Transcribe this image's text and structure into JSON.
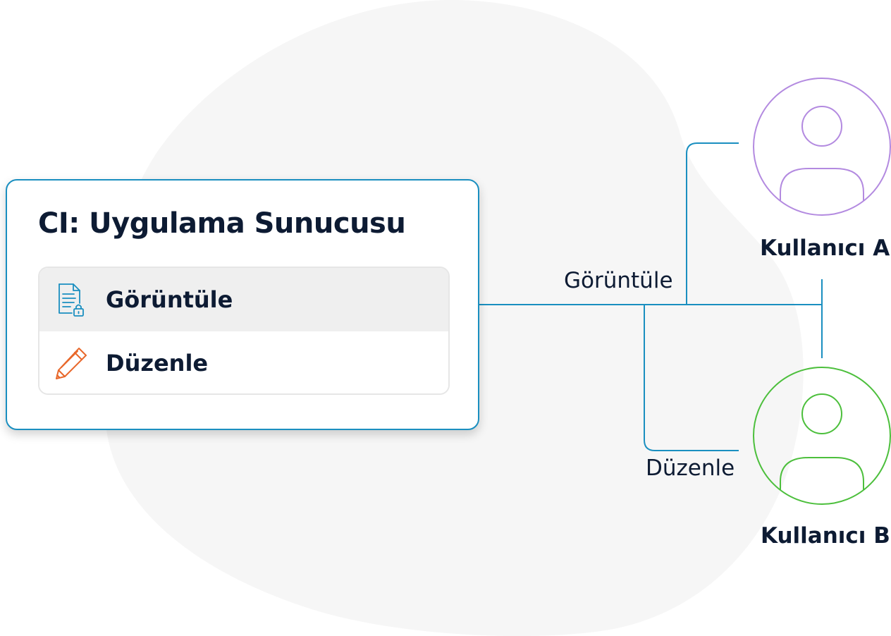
{
  "ci_card": {
    "title": "CI: Uygulama Sunucusu",
    "permissions": [
      {
        "label": "Görüntüle",
        "icon": "document-lock-icon",
        "icon_color": "#1a8fc0",
        "highlighted": true
      },
      {
        "label": "Düzenle",
        "icon": "pencil-icon",
        "icon_color": "#e8672a",
        "highlighted": false
      }
    ],
    "border_color": "#1a8fc0"
  },
  "connections": {
    "view_label": "Görüntüle",
    "edit_label": "Düzenle",
    "line_color": "#1a8fc0"
  },
  "users": [
    {
      "label": "Kullanıcı A",
      "icon": "user-avatar-icon",
      "color": "#b38ae0"
    },
    {
      "label": "Kullanıcı B",
      "icon": "user-avatar-icon",
      "color": "#4cbf3c"
    }
  ]
}
